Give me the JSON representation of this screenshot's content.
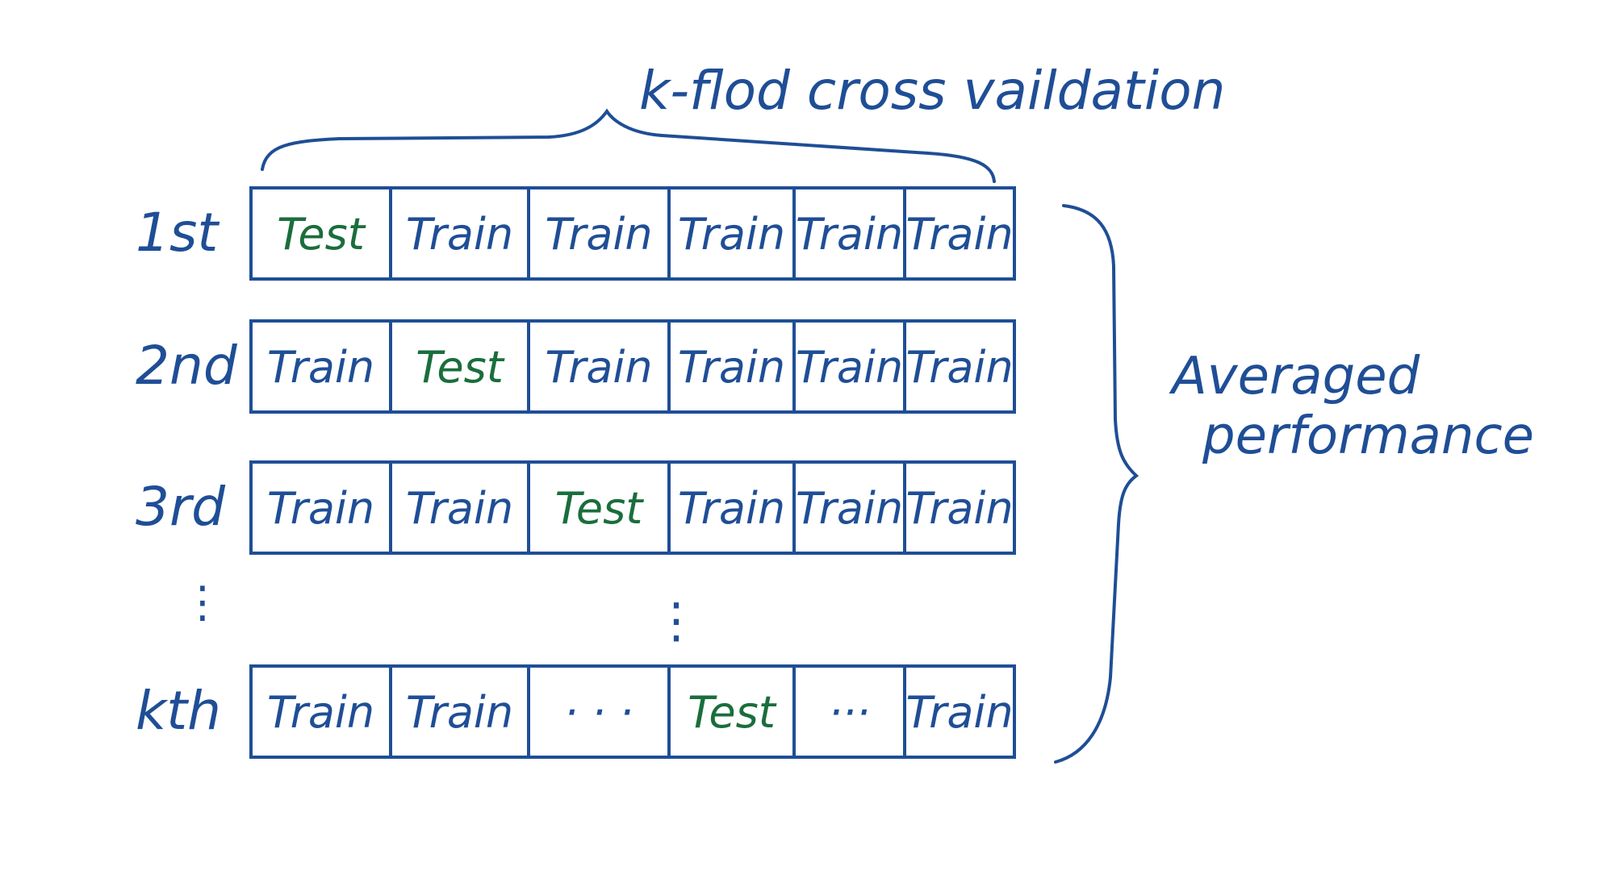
{
  "title": "k-flod cross vaildation",
  "side_label_line1": "Averaged",
  "side_label_line2": "performance",
  "colors": {
    "ink": "#1f4e96",
    "test": "#1a6e3c"
  },
  "rows": [
    {
      "label": "1st",
      "cells": [
        "Test",
        "Train",
        "Train",
        "Train",
        "Train",
        "Train"
      ]
    },
    {
      "label": "2nd",
      "cells": [
        "Train",
        "Test",
        "Train",
        "Train",
        "Train",
        "Train"
      ]
    },
    {
      "label": "3rd",
      "cells": [
        "Train",
        "Train",
        "Test",
        "Train",
        "Train",
        "Train"
      ]
    },
    {
      "label": "kth",
      "cells": [
        "Train",
        "Train",
        "· · ·",
        "Test",
        "···",
        "Train"
      ]
    }
  ],
  "ellipsis_left": "⋮",
  "ellipsis_center": "⋮"
}
